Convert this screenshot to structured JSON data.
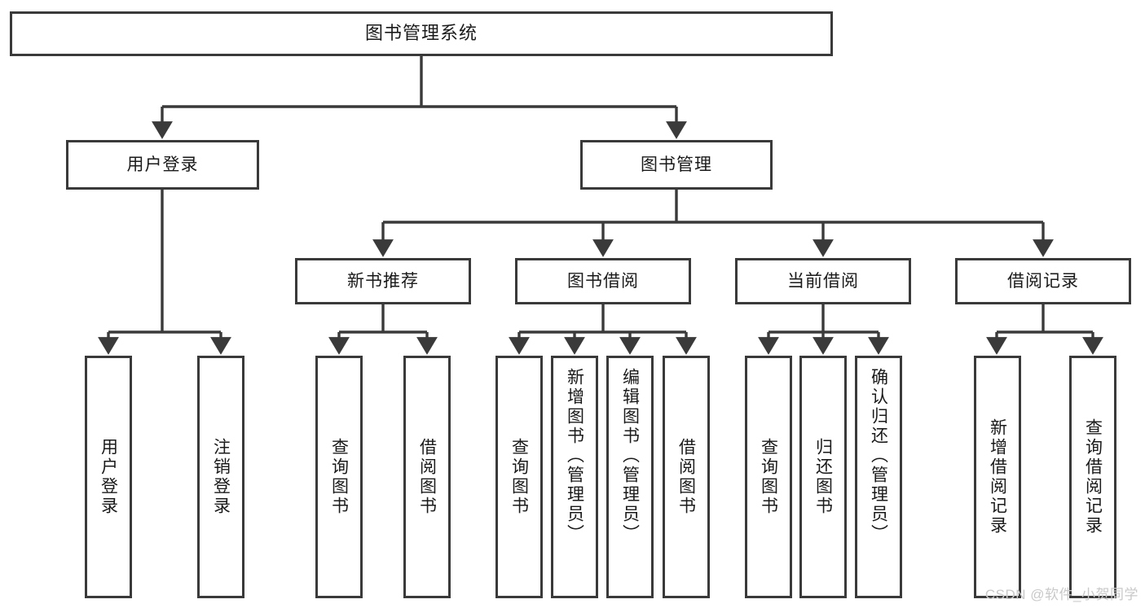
{
  "diagram": {
    "title": "图书管理系统",
    "watermark": "CSDN @软件_小贺同学",
    "colors": {
      "background": "#ffffff",
      "box_border": "#3a3a3a",
      "connector": "#3a3a3a",
      "text": "#1a1a1a",
      "watermark": "#c9c9c9"
    },
    "root": {
      "label": "图书管理系统"
    },
    "level1": [
      {
        "label": "用户登录"
      },
      {
        "label": "图书管理"
      }
    ],
    "level2": [
      {
        "label": "新书推荐"
      },
      {
        "label": "图书借阅"
      },
      {
        "label": "当前借阅"
      },
      {
        "label": "借阅记录"
      }
    ],
    "leaves": {
      "user_login": [
        {
          "label": "用户登录"
        },
        {
          "label": "注销登录"
        }
      ],
      "new_book_recommend": [
        {
          "label": "查询图书"
        },
        {
          "label": "借阅图书"
        }
      ],
      "book_borrow": [
        {
          "label": "查询图书"
        },
        {
          "label": "新增图书（管理员）"
        },
        {
          "label": "编辑图书（管理员）"
        },
        {
          "label": "借阅图书"
        }
      ],
      "current_borrow": [
        {
          "label": "查询图书"
        },
        {
          "label": "归还图书"
        },
        {
          "label": "确认归还（管理员）"
        }
      ],
      "borrow_records": [
        {
          "label": "新增借阅记录"
        },
        {
          "label": "查询借阅记录"
        }
      ]
    }
  }
}
